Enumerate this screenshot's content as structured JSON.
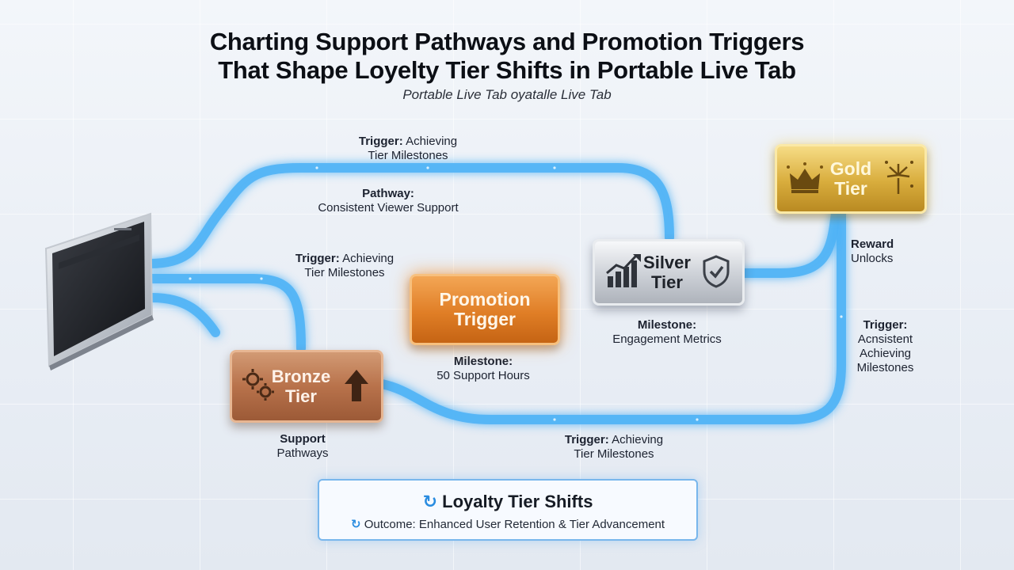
{
  "title_line1": "Charting Support Pathways and Promotion Triggers",
  "title_line2": "That Shape Loyelty Tier Shifts in Portable Live Tab",
  "subtitle": "Portable Live Tab oyatalle Live Tab",
  "labels": {
    "top_trigger": {
      "bold": "Trigger:",
      "rest": "Achieving",
      "line2": "Tier Milestones"
    },
    "pathway": {
      "bold": "Pathway:",
      "line2": "Consistent Viewer Support"
    },
    "mid_trigger": {
      "bold": "Trigger:",
      "rest": "Achieving",
      "line2": "Tier Milestones"
    },
    "promo_milestone": {
      "bold": "Milestone:",
      "line2": "50 Support Hours"
    },
    "silver_milestone": {
      "bold": "Milestone:",
      "line2": "Engagement Metrics"
    },
    "reward": {
      "bold": "Reward",
      "line2": "Unlocks"
    },
    "right_trigger": {
      "bold": "Trigger:",
      "line2": "Acnsistent",
      "line3": "Achieving",
      "line4": "Milestones"
    },
    "bottom_trigger": {
      "bold": "Trigger:",
      "rest": "Achieving",
      "line2": "Tier Milestones"
    },
    "support_pathways": {
      "bold": "Support",
      "line2": "Pathways"
    }
  },
  "tiers": {
    "bronze": {
      "line1": "Bronze",
      "line2": "Tier",
      "icons": [
        "gears-icon",
        "arrow-up-icon"
      ]
    },
    "promotion": {
      "line1": "Promotion",
      "line2": "Trigger"
    },
    "silver": {
      "line1": "Silver",
      "line2": "Tier",
      "icons": [
        "growth-chart-icon",
        "shield-check-icon"
      ]
    },
    "gold": {
      "line1": "Gold",
      "line2": "Tier",
      "icons": [
        "crown-icon",
        "fireworks-icon"
      ]
    }
  },
  "outcome": {
    "title": "Loyalty Tier Shifts",
    "line": "Outcome: Enhanced User Retention & Tier Advancement",
    "icon": "cycle-icon"
  },
  "colors": {
    "flow": "#2e9cf0",
    "bronze": "#b8724b",
    "promotion": "#e07e26",
    "silver": "#cfd3d9",
    "gold": "#d8ac3c"
  }
}
